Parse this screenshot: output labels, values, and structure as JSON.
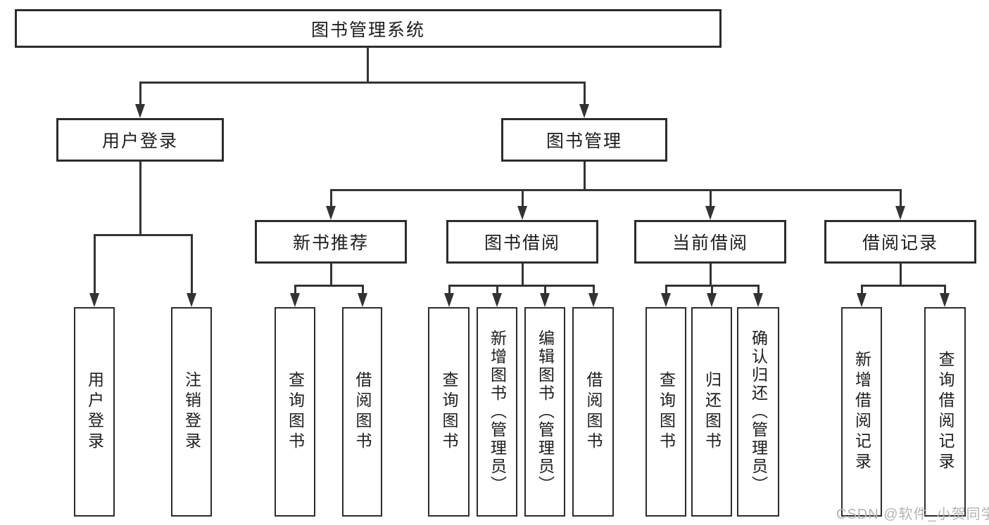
{
  "tree": {
    "label": "图书管理系统",
    "children": [
      {
        "label": "用户登录",
        "children": [
          {
            "label": "用户登录"
          },
          {
            "label": "注销登录"
          }
        ]
      },
      {
        "label": "图书管理",
        "children": [
          {
            "label": "新书推荐",
            "children": [
              {
                "label": "查询图书"
              },
              {
                "label": "借阅图书"
              }
            ]
          },
          {
            "label": "图书借阅",
            "children": [
              {
                "label": "查询图书"
              },
              {
                "label": "新增图书（管理员）"
              },
              {
                "label": "编辑图书（管理员）"
              },
              {
                "label": "借阅图书"
              }
            ]
          },
          {
            "label": "当前借阅",
            "children": [
              {
                "label": "查询图书"
              },
              {
                "label": "归还图书"
              },
              {
                "label": "确认归还（管理员）"
              }
            ]
          },
          {
            "label": "借阅记录",
            "children": [
              {
                "label": "新增借阅记录"
              },
              {
                "label": "查询借阅记录"
              }
            ]
          }
        ]
      }
    ]
  },
  "watermark": {
    "text": "CSDN @软件_小贺同学"
  },
  "colors": {
    "border": "#2c2c2c",
    "line": "#333333",
    "text": "#1d1d1d",
    "watermark": "#b4b4b4",
    "background": "#ffffff"
  }
}
